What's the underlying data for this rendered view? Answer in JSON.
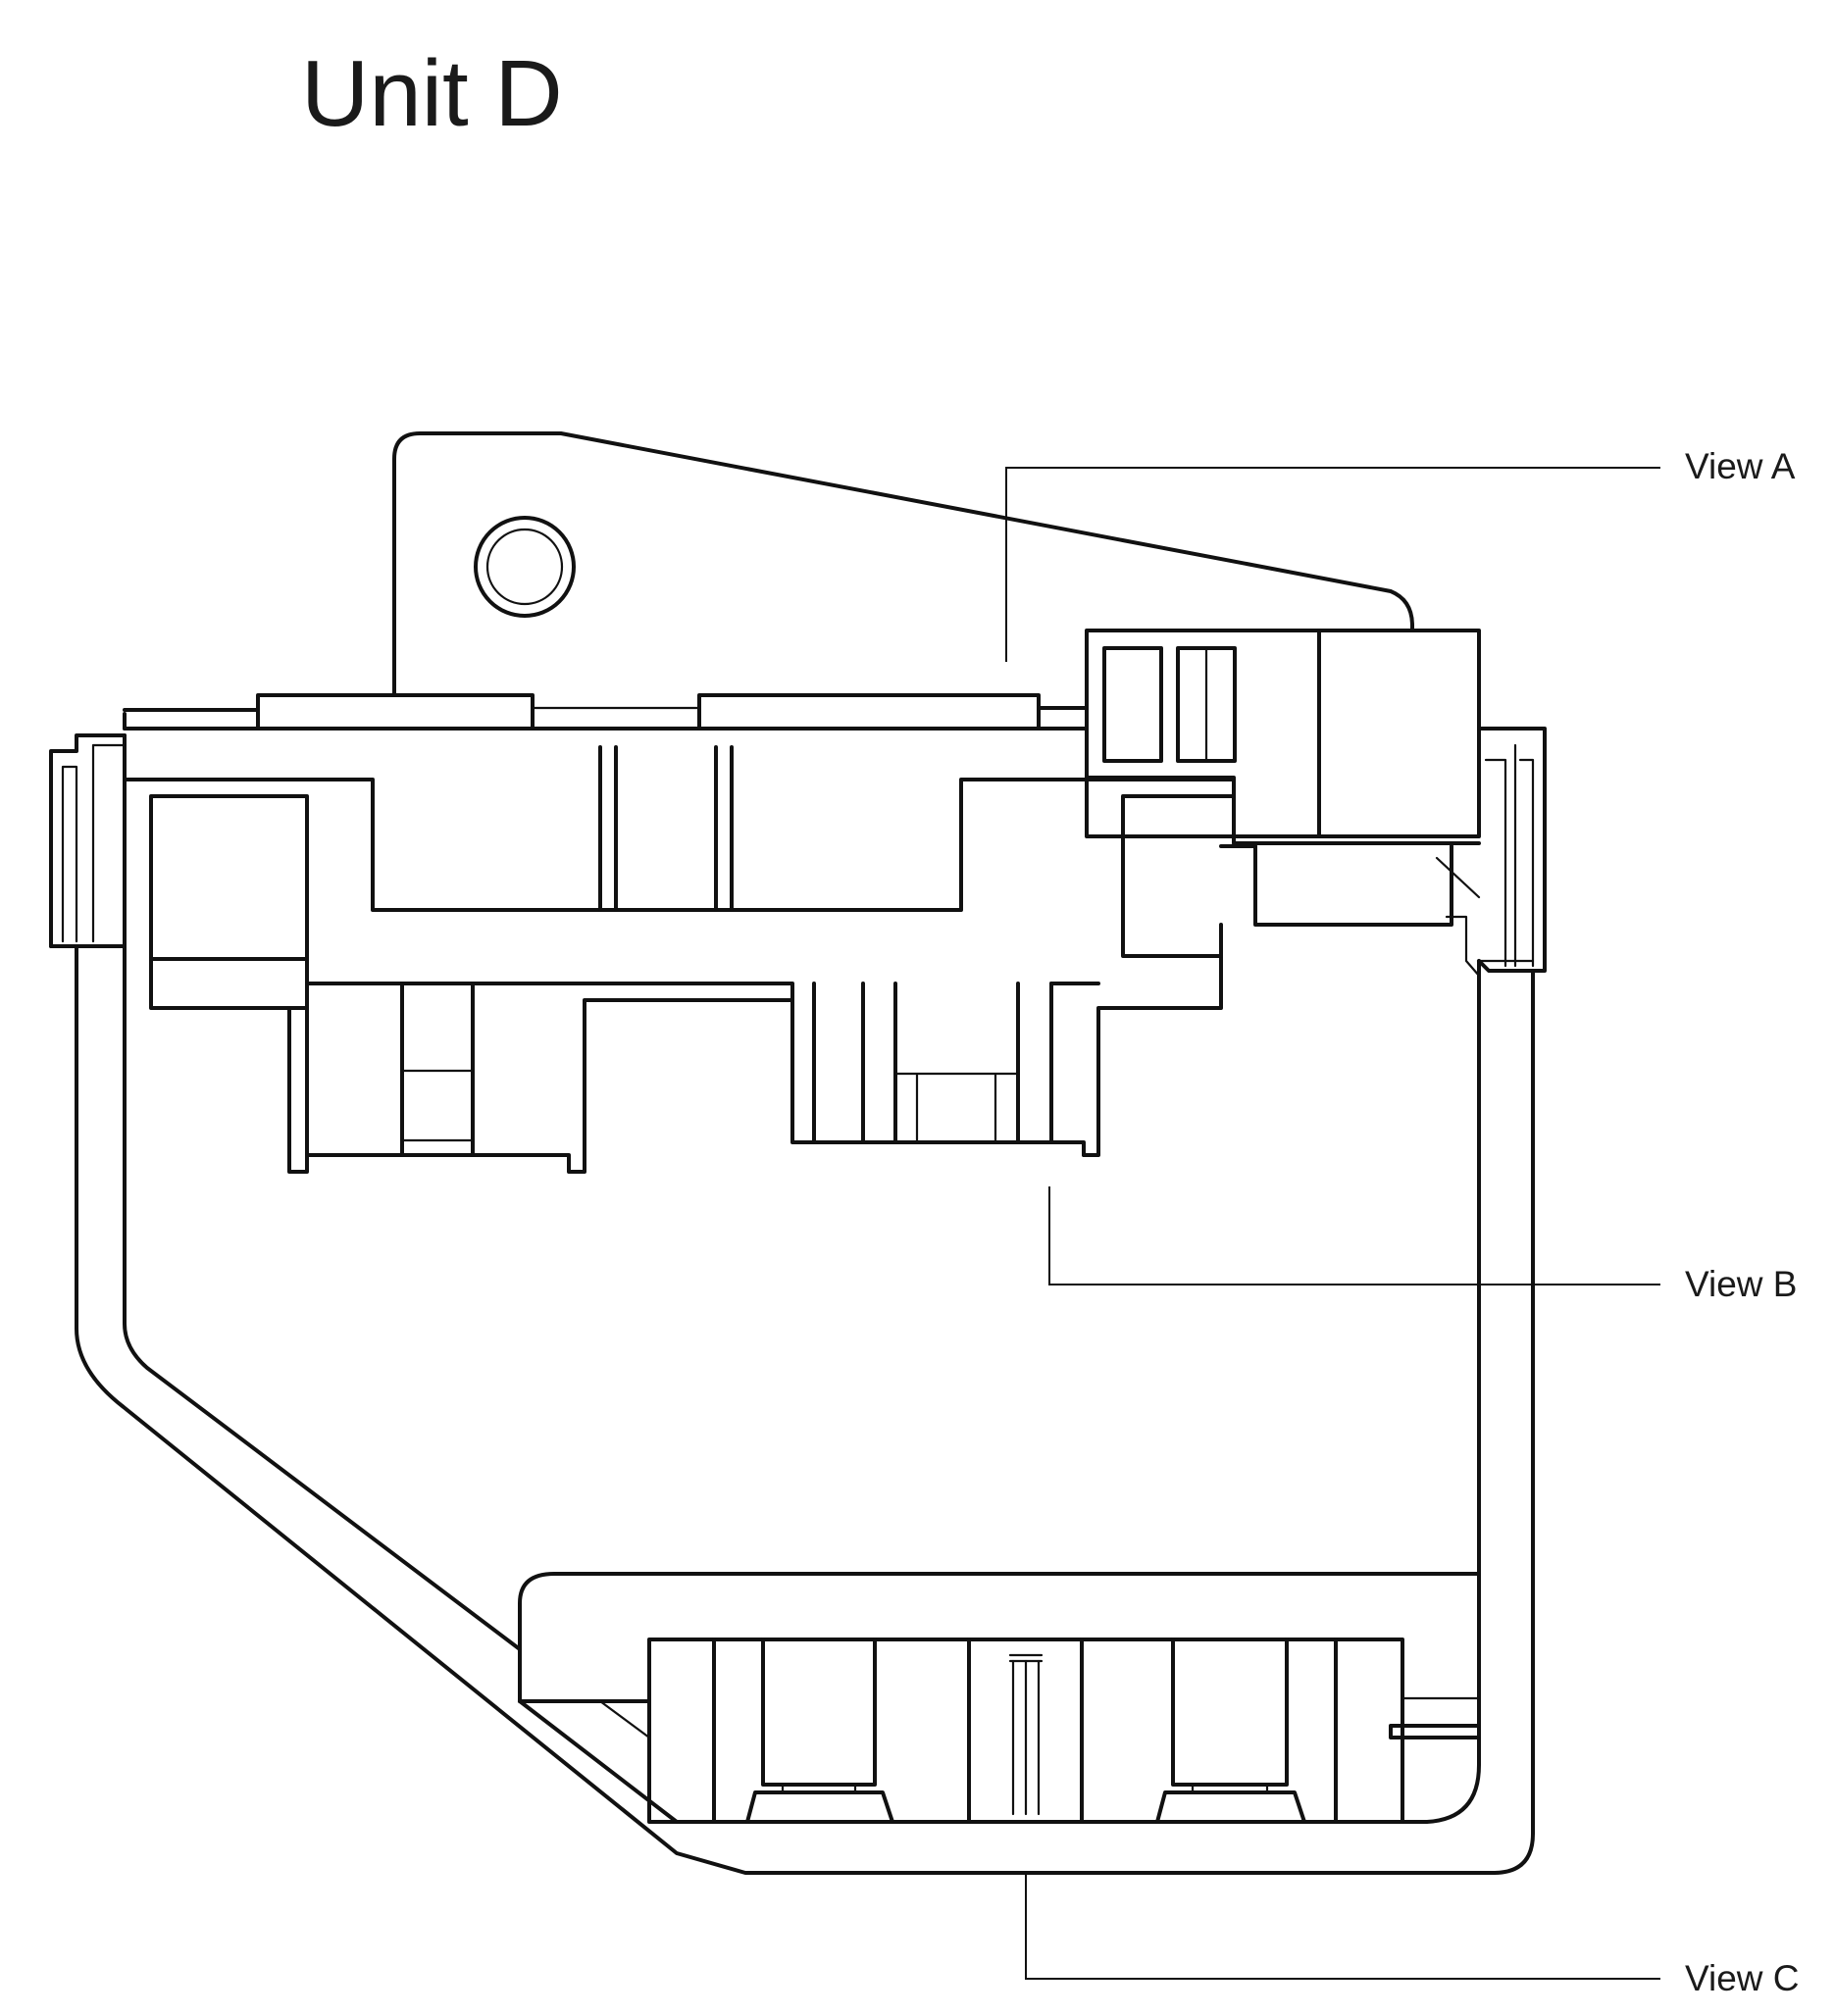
{
  "title": "Unit D",
  "callouts": {
    "view_a": "View A",
    "view_b": "View B",
    "view_c": "View C"
  },
  "colors": {
    "line": "#111111",
    "background": "#ffffff"
  }
}
